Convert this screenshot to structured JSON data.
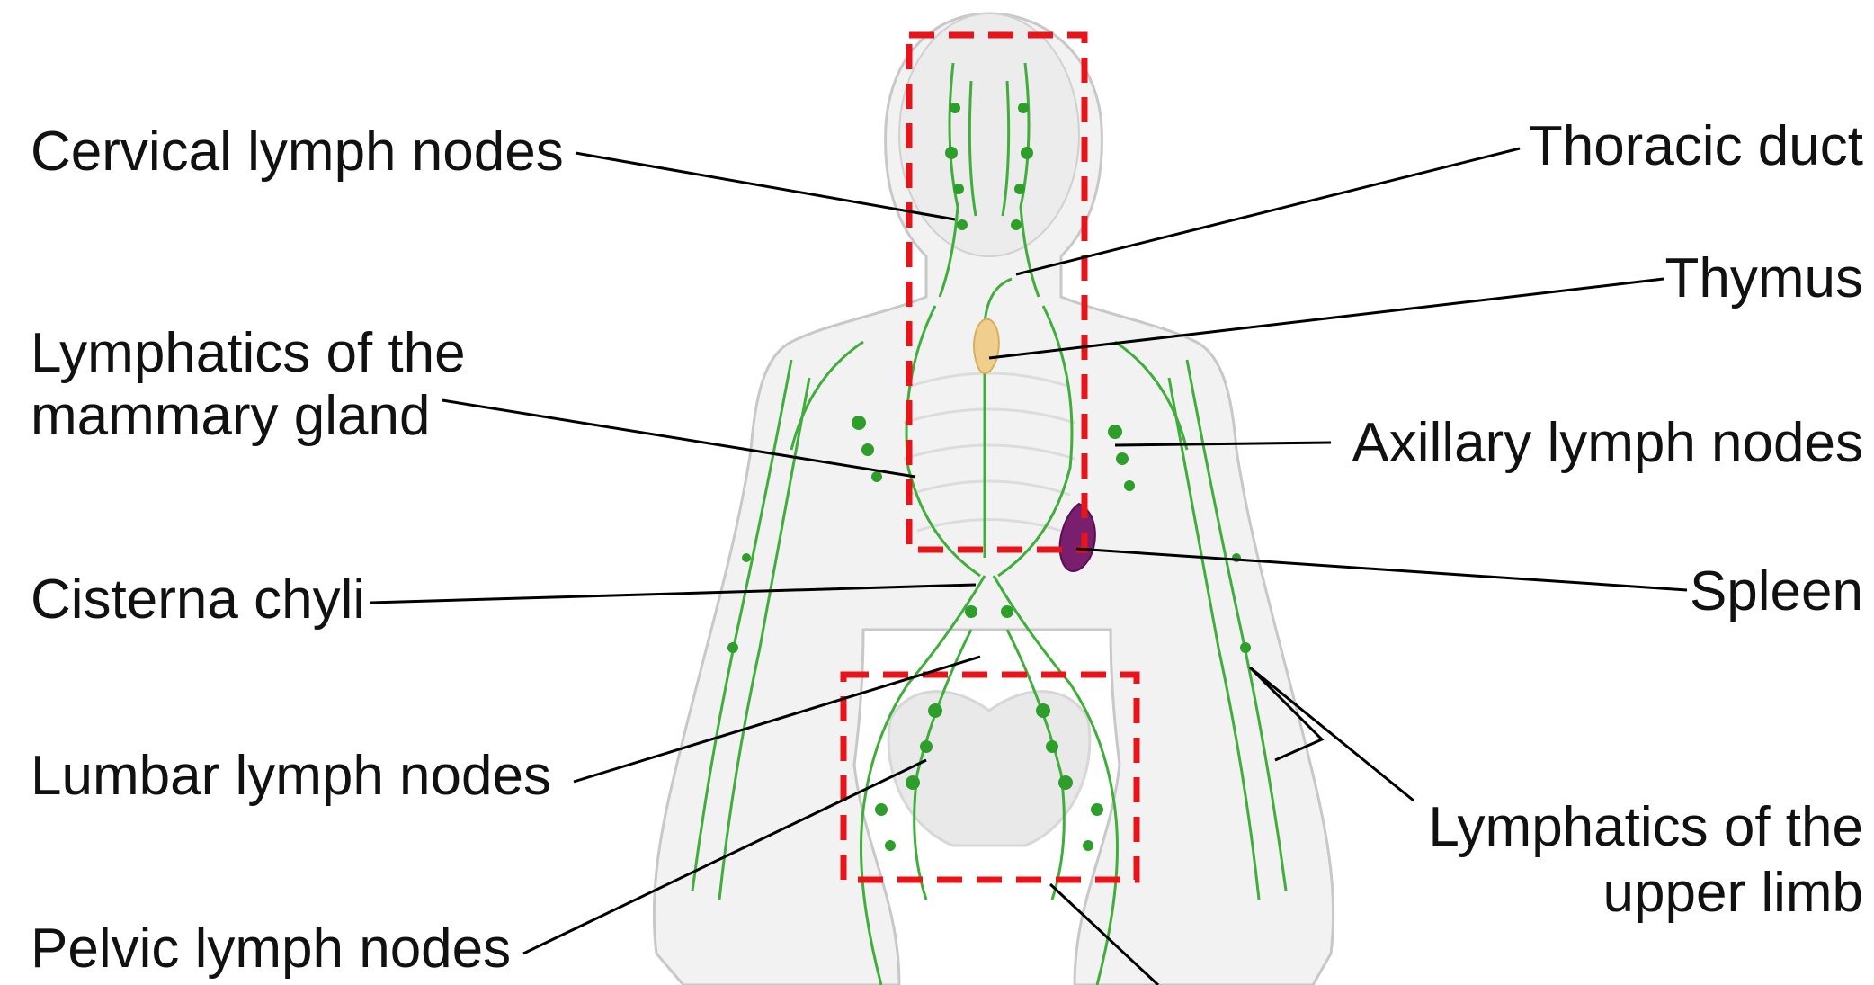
{
  "labels": {
    "cervical": "Cervical lymph nodes",
    "thoracic": "Thoracic duct",
    "thymus": "Thymus",
    "mammary_1": "Lymphatics of the",
    "mammary_2": "mammary gland",
    "axillary": "Axillary lymph nodes",
    "cisterna": "Cisterna chyli",
    "spleen": "Spleen",
    "lumbar": "Lumbar lymph nodes",
    "upper_limb_1": "Lymphatics of the",
    "upper_limb_2": "upper limb",
    "pelvic": "Pelvic lymph nodes"
  },
  "colors": {
    "body_fill": "#f2f2f2",
    "body_outline": "#c8c8c8",
    "lymph_vessel": "#3fae3a",
    "lymph_node": "#2e9e2a",
    "thymus": "#f0cf8e",
    "spleen": "#7a1f6e",
    "highlight_box": "#e8141a",
    "leader_line": "#000000"
  }
}
